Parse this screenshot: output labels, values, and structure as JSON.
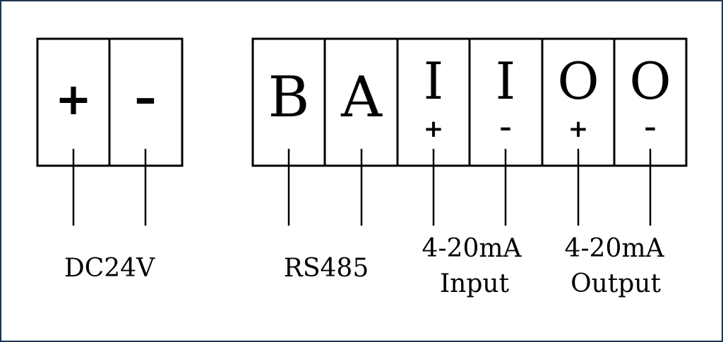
{
  "power_block": {
    "terminals": [
      {
        "symbol": "+"
      },
      {
        "symbol": "–"
      }
    ],
    "label": "DC24V"
  },
  "signal_block": {
    "terminals": [
      {
        "letter": "B",
        "sign": ""
      },
      {
        "letter": "A",
        "sign": ""
      },
      {
        "letter": "I",
        "sign": "+"
      },
      {
        "letter": "I",
        "sign": "–"
      },
      {
        "letter": "O",
        "sign": "+"
      },
      {
        "letter": "O",
        "sign": "–"
      }
    ],
    "groups": [
      {
        "line1": "RS485",
        "line2": ""
      },
      {
        "line1": "4-20mA",
        "line2": "Input"
      },
      {
        "line1": "4-20mA",
        "line2": "Output"
      }
    ]
  },
  "colors": {
    "line": "#000000",
    "frame": "#1f3550"
  }
}
